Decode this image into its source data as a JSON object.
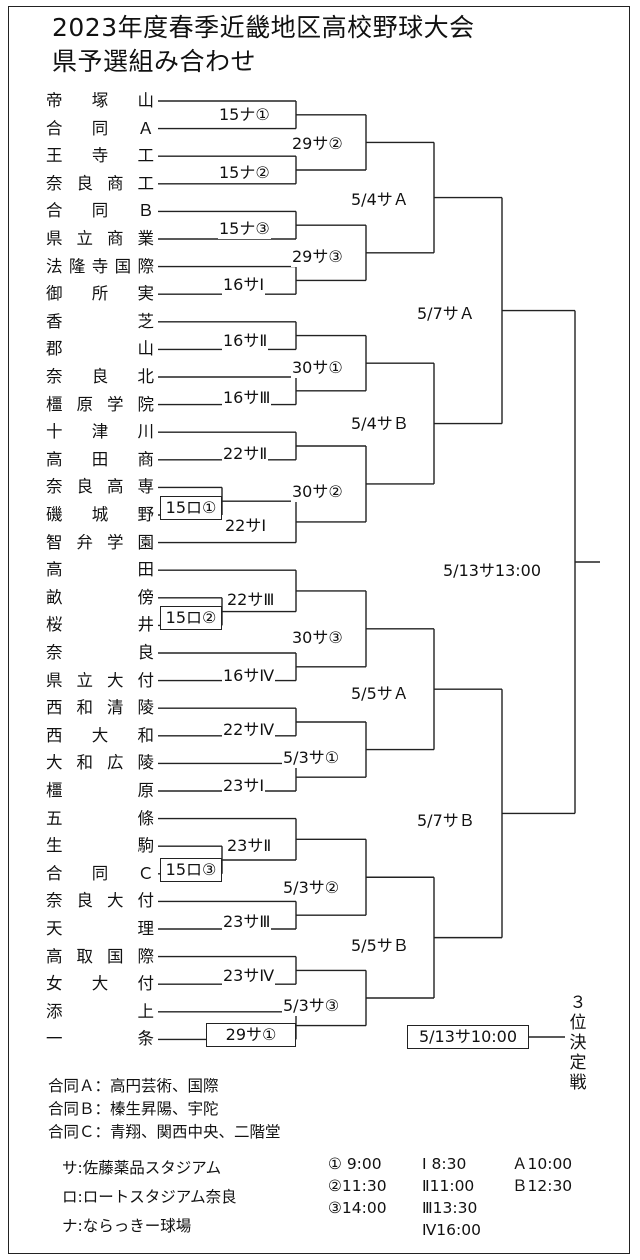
{
  "title": {
    "line1": "2023年度春季近畿地区高校野球大会",
    "line2": "県予選組み合わせ"
  },
  "teams": [
    "帝塚山",
    "合同Ａ",
    "王寺工",
    "奈良商工",
    "合同Ｂ",
    "県立商業",
    "法隆寺国際",
    "御所実",
    "香芝",
    "郡山",
    "奈良北",
    "橿原学院",
    "十津川",
    "高田商",
    "奈良高専",
    "磯城野",
    "智弁学園",
    "高田",
    "畝傍",
    "桜井",
    "奈良",
    "県立大付",
    "西和清陵",
    "西大和",
    "大和広陵",
    "橿原",
    "五條",
    "生駒",
    "合同Ｃ",
    "奈良大付",
    "天理",
    "高取国際",
    "女大付",
    "添上",
    "一条"
  ],
  "games": {
    "r1_1": "15ナ①",
    "r1_2": "15ナ②",
    "r1_3": "15ナ③",
    "r1_4": "16サⅠ",
    "r1_5": "16サⅡ",
    "r1_6": "16サⅢ",
    "r1_7": "22サⅡ",
    "r1_8": "22サⅠ",
    "r1_9": "22サⅢ",
    "r1_10": "16サⅣ",
    "r1_11": "22サⅣ",
    "r1_12": "23サⅠ",
    "r1_13": "23サⅡ",
    "r1_14": "23サⅢ",
    "r1_15": "23サⅣ",
    "r1_16": "29サ①",
    "pre_1": "15ロ①",
    "pre_2": "15ロ②",
    "pre_3": "15ロ③",
    "r2_1": "29サ②",
    "r2_2": "29サ③",
    "r2_3": "30サ①",
    "r2_4": "30サ②",
    "r2_5": "30サ③",
    "r2_6": "5/3サ①",
    "r2_7": "5/3サ②",
    "r2_8": "5/3サ③",
    "qf_1": "5/4サＡ",
    "qf_2": "5/4サＢ",
    "qf_3": "5/5サＡ",
    "qf_4": "5/5サＢ",
    "sf_1": "5/7サＡ",
    "sf_2": "5/7サＢ",
    "final": "5/13サ13:00",
    "third": "5/13サ10:00",
    "third_label": "３位決定戦"
  },
  "notes": [
    "合同Ａ：高円芸術、国際",
    "合同Ｂ：榛生昇陽、宇陀",
    "合同Ｃ：青翔、関西中央、二階堂"
  ],
  "venues": [
    "サ:佐藤薬品スタジアム",
    "ロ:ロートスタジアム奈良",
    "ナ:ならっきー球場"
  ],
  "schedule": {
    "col1": [
      "① 9:00",
      "②11:30",
      "③14:00"
    ],
    "col2": [
      "Ⅰ 8:30",
      "Ⅱ11:00",
      "Ⅲ13:30",
      "Ⅳ16:00"
    ],
    "col3": [
      "Ａ10:00",
      "Ｂ12:30"
    ]
  }
}
